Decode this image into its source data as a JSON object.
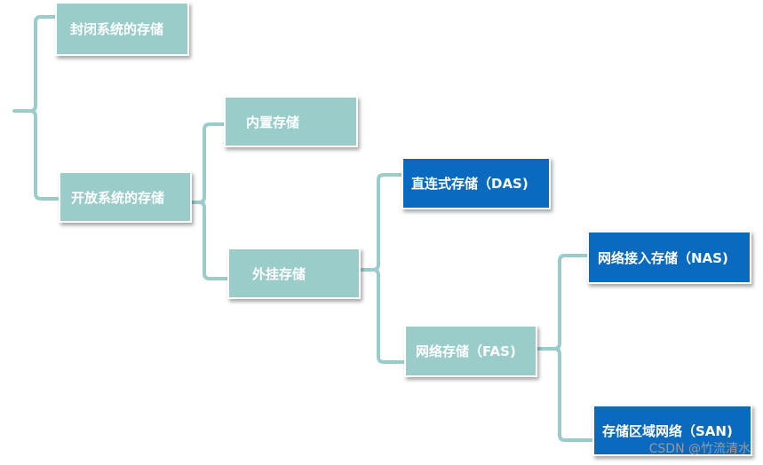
{
  "nodes": {
    "closed_system": "封闭系统的存储",
    "open_system": "开放系统的存储",
    "internal": "内置存储",
    "external": "外挂存储",
    "das": "直连式存储（DAS)",
    "fas": "网络存储（FAS)",
    "nas": "网络接入存储（NAS)",
    "san": "存储区域网络（SAN)"
  },
  "watermark": "CSDN @竹流清水",
  "colors": {
    "teal": "#9accca",
    "blue": "#0a6abf",
    "connector": "#9accca"
  }
}
